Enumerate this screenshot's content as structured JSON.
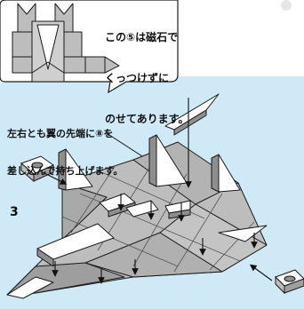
{
  "step": {
    "number": "3"
  },
  "callouts": {
    "top": {
      "lines": [
        "この⑤は磁石で",
        "くっつけずに",
        "のせてあります。"
      ]
    },
    "left": {
      "lines": [
        "左右とも翼の先端に⑧を",
        "差し込んで持ち上げます。"
      ]
    }
  },
  "colors": {
    "panel_bg": "#cfe9f7",
    "bubble_bg": "#ffffff",
    "piece_gray": "#bdbdbd",
    "piece_dark": "#8e8e8e",
    "piece_light": "#ffffff",
    "outline": "#1a1a1a"
  },
  "icons": [
    "magnet-block",
    "arrow-down",
    "arrow-diagonal"
  ]
}
